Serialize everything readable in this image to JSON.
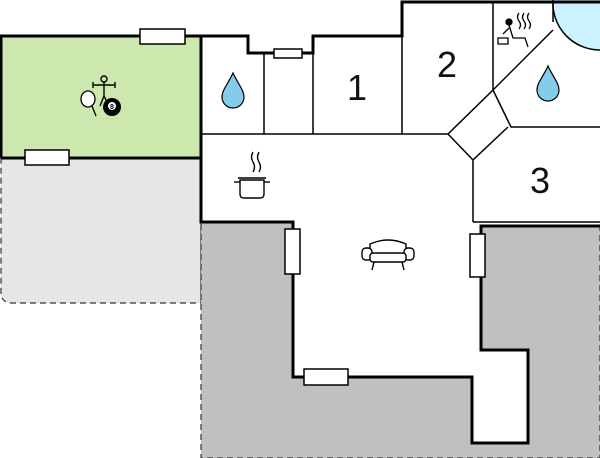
{
  "floor_plan": {
    "rooms": [
      {
        "id": "bedroom-1",
        "label": "1"
      },
      {
        "id": "bedroom-2",
        "label": "2"
      },
      {
        "id": "bedroom-3",
        "label": "3"
      }
    ],
    "icons": [
      "ping-pong-icon",
      "foosball-icon",
      "billiard-ball-icon",
      "water-drop-icon",
      "sauna-icon",
      "cooking-pot-icon",
      "sofa-icon"
    ],
    "billiard_ball_number": "8",
    "colors": {
      "game_room": "#cce8ae",
      "terrace_light": "#e6e6e6",
      "terrace_dark": "#c0c0c0",
      "pool": "#ccf2ff",
      "water": "#85ccec",
      "wall": "#000000"
    }
  }
}
